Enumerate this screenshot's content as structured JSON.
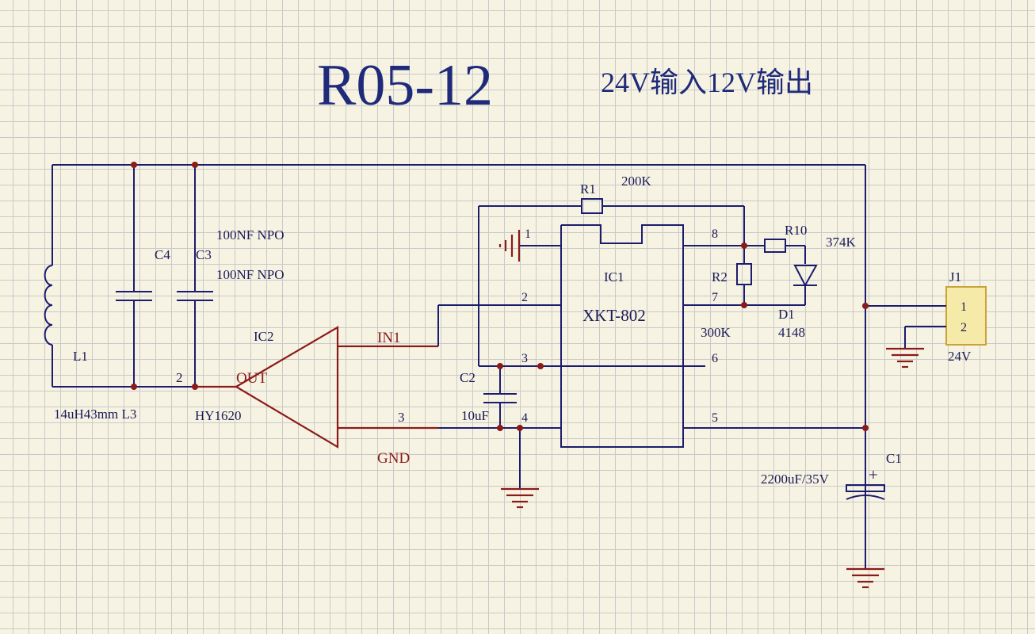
{
  "title": "R05-12",
  "subtitle": "24V输入12V输出",
  "labels": {
    "l1_ref": "L1",
    "l1_value": "14uH43mm L3",
    "c4_ref": "C4",
    "c3_ref": "C3",
    "c3_value_a": "100NF NPO",
    "c3_value_b": "100NF NPO",
    "ic2_ref": "IC2",
    "ic2_out": "OUT",
    "ic2_in": "IN1",
    "ic2_gnd": "GND",
    "ic2_part": "HY1620",
    "ic2_pin2": "2",
    "ic2_pin3": "3",
    "c2_ref": "C2",
    "c2_value": "10uF",
    "ic1_ref": "IC1",
    "ic1_part": "XKT-802",
    "ic1_pin1": "1",
    "ic1_pin2": "2",
    "ic1_pin3": "3",
    "ic1_pin4": "4",
    "ic1_pin5": "5",
    "ic1_pin6": "6",
    "ic1_pin7": "7",
    "ic1_pin8": "8",
    "r1_ref": "R1",
    "r1_value": "200K",
    "r2_ref": "R2",
    "r2_value": "300K",
    "r10_ref": "R10",
    "r10_value": "374K",
    "d1_ref": "D1",
    "d1_value": "4148",
    "j1_ref": "J1",
    "j1_pin1": "1",
    "j1_pin2": "2",
    "j1_value": "24V",
    "c1_ref": "C1",
    "c1_value": "2200uF/35V",
    "c1_plus": "+"
  },
  "colors": {
    "wire": "#1c1c6e",
    "ic2_wire": "#8b1a1a",
    "junction": "#8b1a1a",
    "text": "#1a1a5a",
    "title": "#1f2a7a",
    "connector_fill": "#f6eaa8",
    "connector_border": "#c9a23a"
  }
}
